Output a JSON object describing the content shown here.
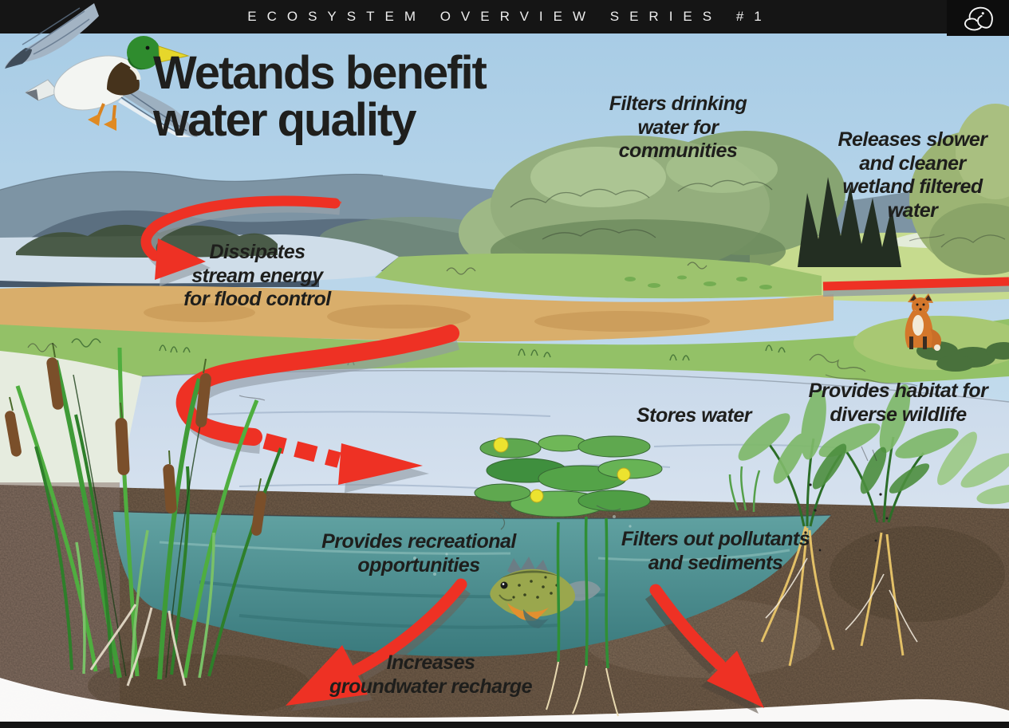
{
  "page": {
    "series_banner": "ECOSYSTEM OVERVIEW SERIES #1",
    "title": "Wetands benefit\nwater quality"
  },
  "logo": {
    "icon": "duck-head-icon"
  },
  "benefit_labels": {
    "filters_drinking_water": "Filters drinking\nwater for\ncommunities",
    "releases_slower_cleaner": "Releases slower\nand cleaner\nwetland filtered\nwater",
    "dissipates_stream_energy": "Dissipates\nstream energy\nfor flood control",
    "provides_habitat": "Provides habitat for\ndiverse wildlife",
    "stores_water": "Stores water",
    "recreational_opportunities": "Provides recreational\nopportunities",
    "filters_pollutants": "Filters out pollutants\nand sediments",
    "groundwater_recharge": "Increases\ngroundwater recharge"
  },
  "colors": {
    "banner_black": "#151515",
    "arrow_red": "#ee3124",
    "sky_blue": "#b5d4ea",
    "pond_blue": "#ccdcec",
    "underwater_teal": "#4c8f90",
    "soil_brown": "#6f5b48",
    "marsh_green": "#93c167"
  },
  "illustrations": [
    "flying-mallard-duck",
    "red-fox",
    "sunfish",
    "cattails",
    "lily-pads",
    "wetland-plants",
    "stream-flow-arrows"
  ]
}
